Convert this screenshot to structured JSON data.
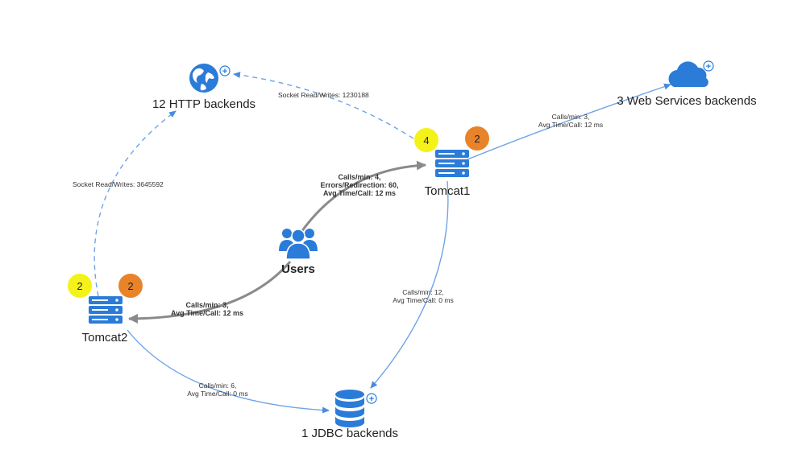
{
  "nodes": {
    "http": {
      "label": "12 HTTP backends",
      "icon": "globe-icon"
    },
    "ws": {
      "label": "3 Web Services backends",
      "icon": "cloud-icon"
    },
    "tomcat1": {
      "label": "Tomcat1",
      "icon": "server-icon",
      "badge_yellow": "4",
      "badge_orange": "2"
    },
    "tomcat2": {
      "label": "Tomcat2",
      "icon": "server-icon",
      "badge_yellow": "2",
      "badge_orange": "2"
    },
    "users": {
      "label": "Users",
      "icon": "users-icon"
    },
    "jdbc": {
      "label": "1 JDBC backends",
      "icon": "database-icon"
    }
  },
  "edges": {
    "tomcat1_http": {
      "line1": "Socket Read/Writes: 1230188"
    },
    "tomcat2_http": {
      "line1": "Socket Read/Writes: 3645592"
    },
    "tomcat1_ws": {
      "line1": "Calls/min: 3,",
      "line2": "Avg Time/Call: 12 ms"
    },
    "users_tomcat1": {
      "line1": "Calls/min: 4,",
      "line2": "Errors/Redirection: 60,",
      "line3": "Avg Time/Call: 12 ms"
    },
    "users_tomcat2": {
      "line1": "Calls/min: 3,",
      "line2": "Avg Time/Call: 12 ms"
    },
    "tomcat1_jdbc": {
      "line1": "Calls/min: 12,",
      "line2": "Avg Time/Call: 0 ms"
    },
    "tomcat2_jdbc": {
      "line1": "Calls/min: 6,",
      "line2": "Avg Time/Call: 0 ms"
    }
  },
  "expand_glyph": "+",
  "colors": {
    "icon_blue": "#2b7bd8",
    "edge_blue": "#6fa3e6",
    "edge_gray": "#8a8a8a",
    "badge_yellow": "#f5f21a",
    "badge_orange": "#e8832a"
  }
}
